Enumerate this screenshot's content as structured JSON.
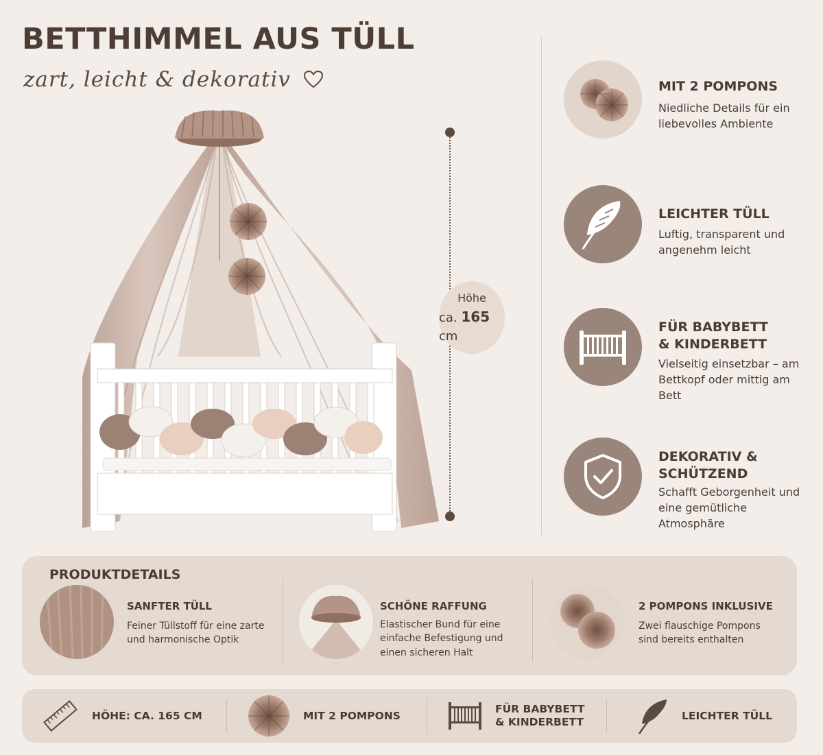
{
  "header": {
    "title": "BETTHIMMEL AUS TÜLL",
    "subtitle": "zart, leicht & dekorativ"
  },
  "height_label": {
    "line1": "Höhe",
    "prefix": "ca.",
    "value": "165",
    "unit": "cm"
  },
  "features": [
    {
      "title": "MIT 2 POMPONS",
      "desc": "Niedliche Details für ein liebevolles Ambiente",
      "icon": "pompons-icon"
    },
    {
      "title": "LEICHTER TÜLL",
      "desc": "Luftig, transparent und angenehm leicht",
      "icon": "feather-icon"
    },
    {
      "title_line1": "FÜR BABYBETT",
      "title_line2": "& KINDERBETT",
      "desc": "Vielseitig einsetzbar – am Bettkopf oder mittig am Bett",
      "icon": "crib-icon"
    },
    {
      "title_line1": "DEKORATIV &",
      "title_line2": "SCHÜTZEND",
      "desc": "Schafft Geborgenheit und eine gemütliche Atmosphäre",
      "icon": "shield-check-icon"
    }
  ],
  "details": {
    "title": "PRODUKTDETAILS",
    "items": [
      {
        "title": "SANFTER TÜLL",
        "desc": "Feiner Tüllstoff für eine zarte und harmonische Optik"
      },
      {
        "title": "SCHÖNE RAFFUNG",
        "desc": "Elastischer Bund für eine einfache Befestigung und einen sicheren Halt"
      },
      {
        "title": "2 POMPONS INKLUSIVE",
        "desc": "Zwei flauschige Pompons sind bereits enthalten"
      }
    ]
  },
  "bottom_bar": {
    "items": [
      {
        "label": "HÖHE: CA. 165 CM",
        "icon": "ruler-icon"
      },
      {
        "label": "MIT 2 POMPONS",
        "icon": "pompon-icon"
      },
      {
        "label_line1": "FÜR BABYBETT",
        "label_line2": "& KINDERBETT",
        "icon": "crib-icon"
      },
      {
        "label": "LEICHTER TÜLL",
        "icon": "feather-icon"
      }
    ]
  },
  "colors": {
    "background": "#f3eee9",
    "text": "#4a3c34",
    "tulle": "#b49484",
    "icon_circle": "#9a857a",
    "panel": "#e5dad2"
  }
}
